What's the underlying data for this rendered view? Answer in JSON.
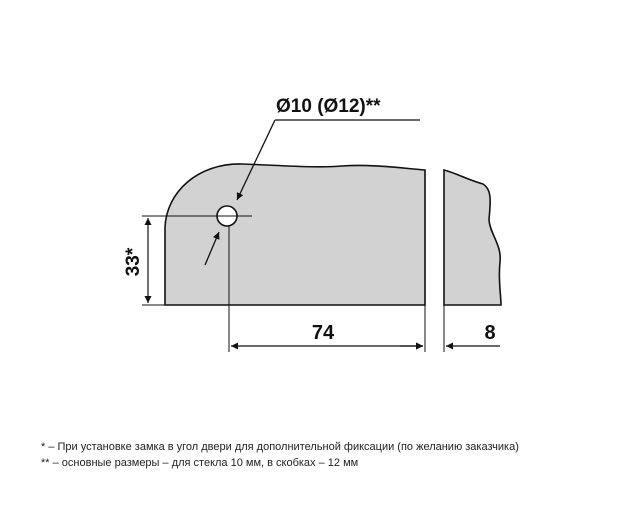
{
  "drawing": {
    "hole_label": "Ø10 (Ø12)**",
    "dim_height": "33*",
    "dim_width": "74",
    "dim_glass": "8",
    "colors": {
      "fill": "#d2d2d2",
      "stroke": "#111111"
    }
  },
  "notes": {
    "note1": "* – При установке замка в угол двери для дополнительной фиксации (по желанию заказчика)",
    "note2": "** – основные размеры – для стекла 10 мм, в скобках – 12 мм"
  }
}
